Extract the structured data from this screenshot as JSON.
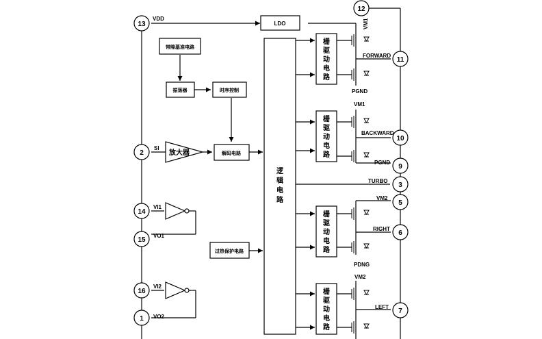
{
  "pins": [
    {
      "num": "12"
    },
    {
      "num": "13"
    },
    {
      "num": "11"
    },
    {
      "num": "10"
    },
    {
      "num": "9"
    },
    {
      "num": "3"
    },
    {
      "num": "5"
    },
    {
      "num": "6"
    },
    {
      "num": "7"
    },
    {
      "num": "2"
    },
    {
      "num": "14"
    },
    {
      "num": "15"
    },
    {
      "num": "16"
    },
    {
      "num": "1"
    }
  ],
  "signals": {
    "vdd": "VDD",
    "si": "SI",
    "vi1": "VI1",
    "vo1": "VO1",
    "vi2": "VI2",
    "vo2": "VO2",
    "vm1_top": "VM1",
    "forward": "FORWARD",
    "pgnd_a": "PGND",
    "vm1_b": "VM1",
    "backward": "BACKWARD",
    "pgnd_b": "PGND",
    "turbo": "TURBO",
    "vm2_a": "VM2",
    "right": "RIGHT",
    "pdng": "PDNG",
    "vm2_b": "VM2",
    "left": "LEFT"
  },
  "blocks": {
    "ldo": "LDO",
    "bandgap": "带隙基准电路",
    "oscillator": "振荡器",
    "timing": "时序控制",
    "amplifier": "放大器",
    "decoder": "解码电路",
    "logic": [
      "逻",
      "辑",
      "电",
      "路"
    ],
    "overheat": "过热保护电路",
    "gate_driver": [
      "栅",
      "驱",
      "动",
      "电",
      "路"
    ]
  }
}
